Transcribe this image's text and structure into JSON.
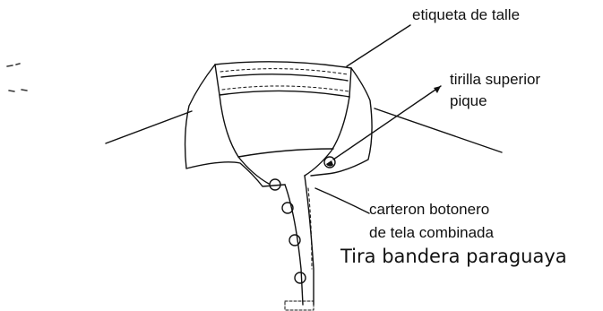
{
  "labels": {
    "size_tag": "etiqueta de talle",
    "top_strip_line1": "tirilla superior",
    "top_strip_line2": "pique",
    "placket_line1": "carteron botonero",
    "placket_line2": "de tela combinada",
    "flag_strip": "Tira bandera paraguaya"
  },
  "colors": {
    "ink": "#111111",
    "background": "#ffffff"
  }
}
